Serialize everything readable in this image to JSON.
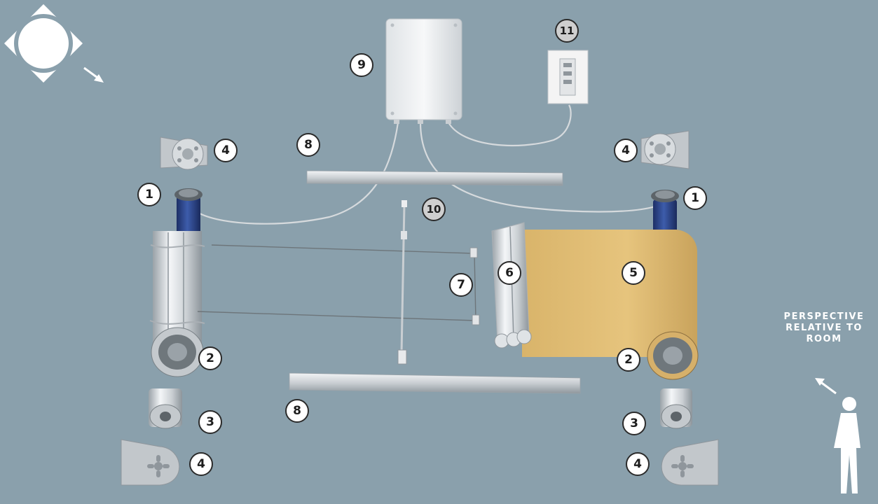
{
  "labels": {
    "motor_left": "1",
    "motor_right": "1",
    "tube_left": "2",
    "tube_right": "2",
    "cap_left": "3",
    "cap_right": "3",
    "bracket_top_left": "4",
    "bracket_top_right": "4",
    "bracket_bottom_left": "4",
    "bracket_bottom_right": "4",
    "fabric": "5",
    "hembar": "6",
    "guide_wire": "7",
    "rail_top": "8",
    "rail_bottom": "8",
    "control_box": "9",
    "sensor": "10",
    "wall_switch": "11"
  },
  "perspective": {
    "line1": "PERSPECTIVE",
    "line2": "RELATIVE TO",
    "line3": "ROOM"
  },
  "colors": {
    "background": "#8aa0ac",
    "motor": "#2f4a8a",
    "fabric": "#e0bc72",
    "aluminum": "#e8ecef"
  },
  "icons": {
    "sun": "sun-icon",
    "person": "person-silhouette-icon"
  }
}
